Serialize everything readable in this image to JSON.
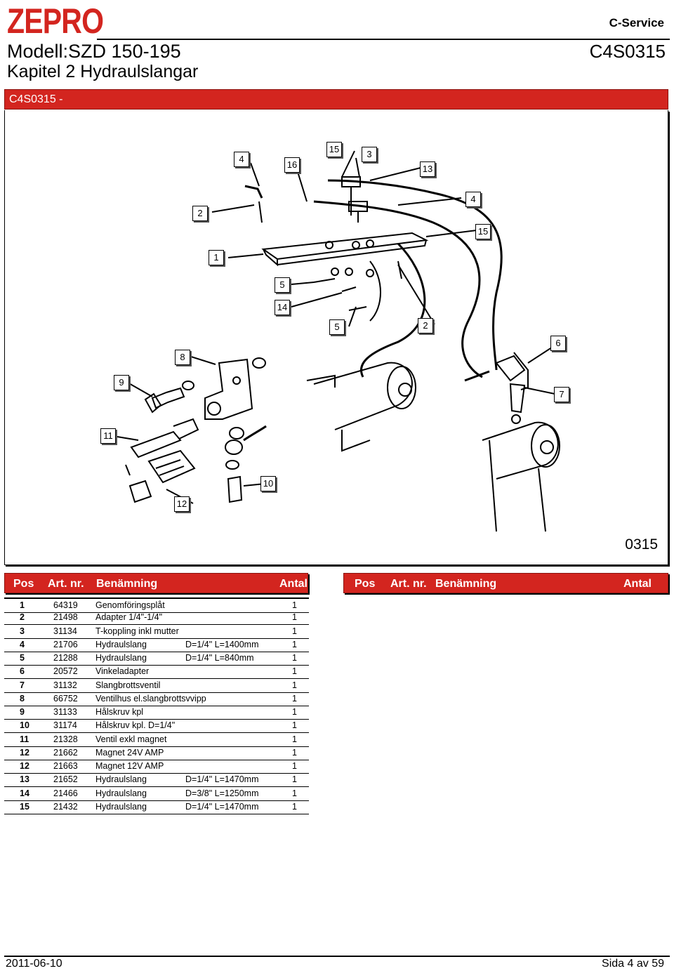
{
  "header": {
    "brand": "ZEPRO",
    "service": "C-Service",
    "model": "Modell:SZD 150-195",
    "chapter": "Kapitel 2 Hydraulslangar",
    "doc_code": "C4S0315"
  },
  "section_bar": "C4S0315 -",
  "figure": {
    "code": "0315",
    "callouts": [
      "15",
      "3",
      "4",
      "16",
      "13",
      "4",
      "2",
      "15",
      "1",
      "5",
      "14",
      "5",
      "2",
      "6",
      "8",
      "9",
      "7",
      "11",
      "10",
      "12"
    ]
  },
  "table_headers": {
    "pos": "Pos",
    "art": "Art. nr.",
    "name": "Benämning",
    "qty": "Antal"
  },
  "parts": [
    {
      "pos": "1",
      "art": "64319",
      "name": "Genomföringsplåt",
      "dim": "",
      "qty": "1"
    },
    {
      "pos": "2",
      "art": "21498",
      "name": "Adapter 1/4\"-1/4\"",
      "dim": "",
      "qty": "1"
    },
    {
      "pos": "3",
      "art": "31134",
      "name": "T-koppling inkl mutter",
      "dim": "",
      "qty": "1"
    },
    {
      "pos": "4",
      "art": "21706",
      "name": "Hydraulslang",
      "dim": "D=1/4\" L=1400mm",
      "qty": "1"
    },
    {
      "pos": "5",
      "art": "21288",
      "name": "Hydraulslang",
      "dim": "D=1/4\" L=840mm",
      "qty": "1"
    },
    {
      "pos": "6",
      "art": "20572",
      "name": "Vinkeladapter",
      "dim": "",
      "qty": "1"
    },
    {
      "pos": "7",
      "art": "31132",
      "name": "Slangbrottsventil",
      "dim": "",
      "qty": "1"
    },
    {
      "pos": "8",
      "art": "66752",
      "name": "Ventilhus el.slangbrottsvvipp",
      "dim": "",
      "qty": "1"
    },
    {
      "pos": "9",
      "art": "31133",
      "name": "Hålskruv kpl",
      "dim": "",
      "qty": "1"
    },
    {
      "pos": "10",
      "art": "31174",
      "name": "Hålskruv kpl. D=1/4\"",
      "dim": "",
      "qty": "1"
    },
    {
      "pos": "11",
      "art": "21328",
      "name": "Ventil exkl magnet",
      "dim": "",
      "qty": "1"
    },
    {
      "pos": "12",
      "art": "21662",
      "name": "Magnet 24V AMP",
      "dim": "",
      "qty": "1"
    },
    {
      "pos": "12",
      "art": "21663",
      "name": "Magnet 12V AMP",
      "dim": "",
      "qty": "1"
    },
    {
      "pos": "13",
      "art": "21652",
      "name": "Hydraulslang",
      "dim": "D=1/4\" L=1470mm",
      "qty": "1"
    },
    {
      "pos": "14",
      "art": "21466",
      "name": "Hydraulslang",
      "dim": "D=3/8\" L=1250mm",
      "qty": "1"
    },
    {
      "pos": "15",
      "art": "21432",
      "name": "Hydraulslang",
      "dim": "D=1/4\" L=1470mm",
      "qty": "1"
    }
  ],
  "footer": {
    "date": "2011-06-10",
    "page": "Sida 4 av 59"
  }
}
